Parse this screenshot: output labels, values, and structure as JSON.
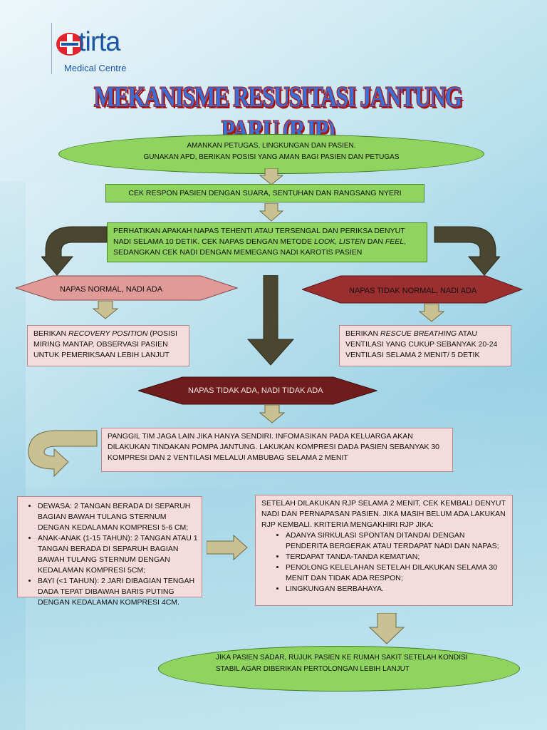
{
  "logo": {
    "brand": "tirta",
    "subtitle": "Medical Centre"
  },
  "title": "MEKANISME RESUSITASI JANTUNG PARU (RJP)",
  "steps": {
    "safety_1": "AMANKAN PETUGAS, LINGKUNGAN DAN PASIEN.",
    "safety_2": "GUNAKAN APD, BERIKAN POSISI YANG AMAN BAGI PASIEN DAN PETUGAS",
    "response": "CEK RESPON PASIEN DENGAN SUARA, SENTUHAN DAN RANGSANG NYERI",
    "check_1": "PERHATIKAN APAKAH NAPAS TEHENTI ATAU TERSENGAL DAN PERIKSA DENYUT NADI SELAMA 10 DETIK. CEK NAPAS DENGAN METODE ",
    "check_look": "LOOK, LISTEN",
    "check_and": " DAN ",
    "check_feel": "FEEL",
    "check_2": ", SEDANGKAN CEK NADI DENGAN MEMEGANG NADI KAROTIS PASIEN",
    "normal": "NAPAS NORMAL, NADI ADA",
    "abnormal": "NAPAS TIDAK NORMAL, NADI ADA",
    "recovery_pre": "BERIKAN ",
    "recovery_em": "RECOVERY POSITION",
    "recovery_post": " (POSISI MIRING MANTAP, OBSERVASI PASIEN UNTUK PEMERIKSAAN LEBIH LANJUT",
    "rescue_pre": "BERIKAN ",
    "rescue_em": "RESCUE BREATHING",
    "rescue_post": " ATAU VENTILASI YANG CUKUP SEBANYAK 20-24 VENTILASI SELAMA 2 MENIT/ 5 DETIK",
    "none": "NAPAS TIDAK ADA, NADI TIDAK ADA",
    "cpr": "PANGGIL TIM JAGA LAIN JIKA HANYA SENDIRI. INFOMASIKAN PADA KELUARGA AKAN DILAKUKAN TINDAKAN POMPA JANTUNG. LAKUKAN KOMPRESI DADA PASIEN SEBANYAK 30 KOMPRESI DAN 2 VENTILASI MELALUI AMBUBAG SELAMA 2 MENIT",
    "compression": [
      "DEWASA: 2 TANGAN BERADA DI SEPARUH BAGIAN BAWAH TULANG STERNUM DENGAN KEDALAMAN KOMPRESI 5-6 CM;",
      "ANAK-ANAK (1-15 TAHUN): 2 TANGAN ATAU 1 TANGAN BERADA DI SEPARUH BAGIAN BAWAH TULANG STERNUM DENGAN KEDALAMAN KOMPRESI 5CM;",
      "BAYI (<1 TAHUN): 2 JARI DIBAGIAN TENGAH DADA TEPAT DIBAWAH BARIS PUTING DENGAN KEDALAMAN KOMPRESI 4CM."
    ],
    "recheck_intro": "SETELAH DILAKUKAN RJP SELAMA 2 MENIT, CEK KEMBALI DENYUT NADI DAN PERNAPASAN PASIEN. JIKA MASIH BELUM ADA LAKUKAN RJP KEMBALI. KRITERIA MENGAKHIRI RJP JIKA:",
    "stop_criteria": [
      "ADANYA SIRKULASI SPONTAN DITANDAI DENGAN PENDERITA BERGERAK ATAU TERDAPAT NADI DAN NAPAS;",
      "TERDAPAT TANDA-TANDA KEMATIAN;",
      "PENOLONG KELELAHAN SETELAH DILAKUKAN SELAMA 30 MENIT DAN TIDAK ADA RESPON;",
      "LINGKUNGAN BERBAHAYA."
    ],
    "final": "JIKA PASIEN SADAR, RUJUK PASIEN KE RUMAH SAKIT SETELAH KONDISI STABIL AGAR DIBERIKAN PERTOLONGAN LEBIH LANJUT"
  },
  "colors": {
    "green": "#8ed45e",
    "pink": "#f4dcdc",
    "arrow_tan": "#c9c191",
    "arrow_dark": "#4a4630",
    "diamond_normal": "#e09a98",
    "diamond_abnormal": "#9b2f2f",
    "diamond_none": "#6e1c1c"
  }
}
